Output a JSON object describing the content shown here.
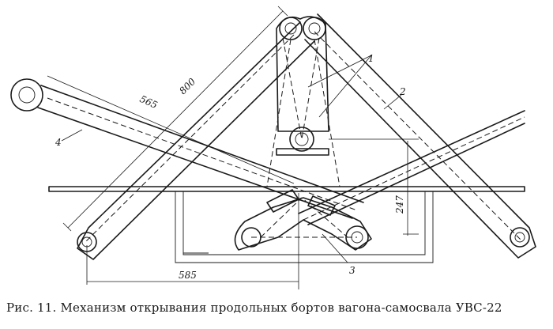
{
  "caption": "Рис. 11. Механизм открывания продольных бортов вагона-самосвала УВС-22",
  "labels": {
    "part_1": "1",
    "part_2": "2",
    "part_3": "3",
    "part_4": "4",
    "dim_800": "800",
    "dim_565": "565",
    "dim_585": "585",
    "dim_247": "247"
  }
}
